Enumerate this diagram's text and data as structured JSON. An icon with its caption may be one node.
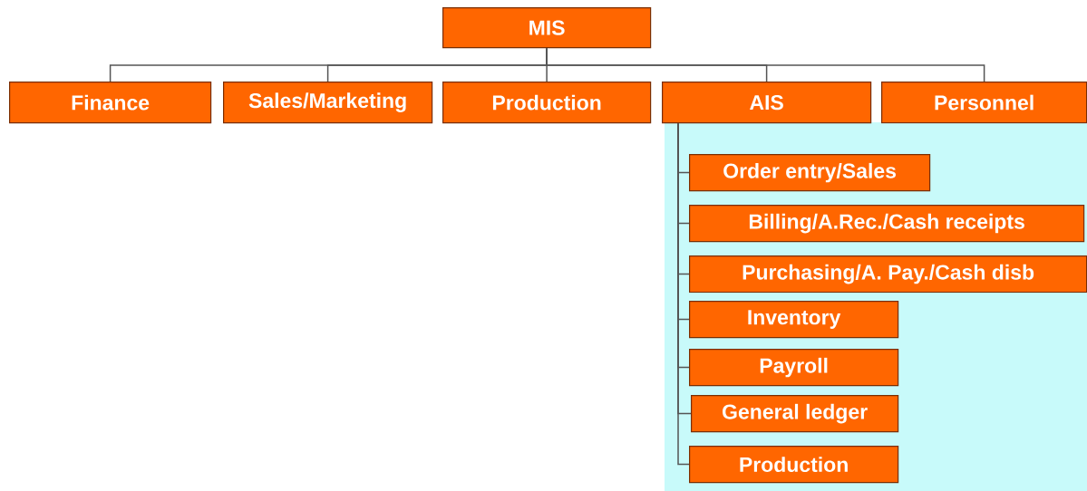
{
  "diagram": {
    "nodes": [
      {
        "text": [
          "MIS"
        ]
      },
      {
        "text": [
          "Finance"
        ]
      },
      {
        "text": [
          "Sales/Marketing"
        ]
      },
      {
        "text": [
          "Production"
        ]
      },
      {
        "text": [
          "AIS"
        ]
      },
      {
        "text": [
          "Personnel"
        ]
      },
      {
        "text": [
          "Order entry/Sales"
        ]
      },
      {
        "text": [
          "Billing/A.Rec./Cash receipts"
        ]
      },
      {
        "text": [
          "Purchasing/A. Pay./Cash disb"
        ]
      },
      {
        "text": [
          "Inventory"
        ]
      },
      {
        "text": [
          "Payroll"
        ]
      },
      {
        "text": [
          "General ledger"
        ]
      },
      {
        "text": [
          "Production"
        ]
      }
    ],
    "edges": [
      {
        "from": 0,
        "to": 1,
        "arrow": "none"
      },
      {
        "from": 0,
        "to": 2,
        "arrow": "none"
      },
      {
        "from": 0,
        "to": 3,
        "arrow": "none"
      },
      {
        "from": 0,
        "to": 4,
        "arrow": "none"
      },
      {
        "from": 0,
        "to": 5,
        "arrow": "none"
      },
      {
        "from": 4,
        "to": 6,
        "arrow": "none"
      },
      {
        "from": 4,
        "to": 7,
        "arrow": "none"
      },
      {
        "from": 4,
        "to": 8,
        "arrow": "none"
      },
      {
        "from": 4,
        "to": 9,
        "arrow": "none"
      },
      {
        "from": 4,
        "to": 10,
        "arrow": "none"
      },
      {
        "from": 4,
        "to": 11,
        "arrow": "none"
      },
      {
        "from": 4,
        "to": 12,
        "arrow": "none"
      }
    ]
  }
}
